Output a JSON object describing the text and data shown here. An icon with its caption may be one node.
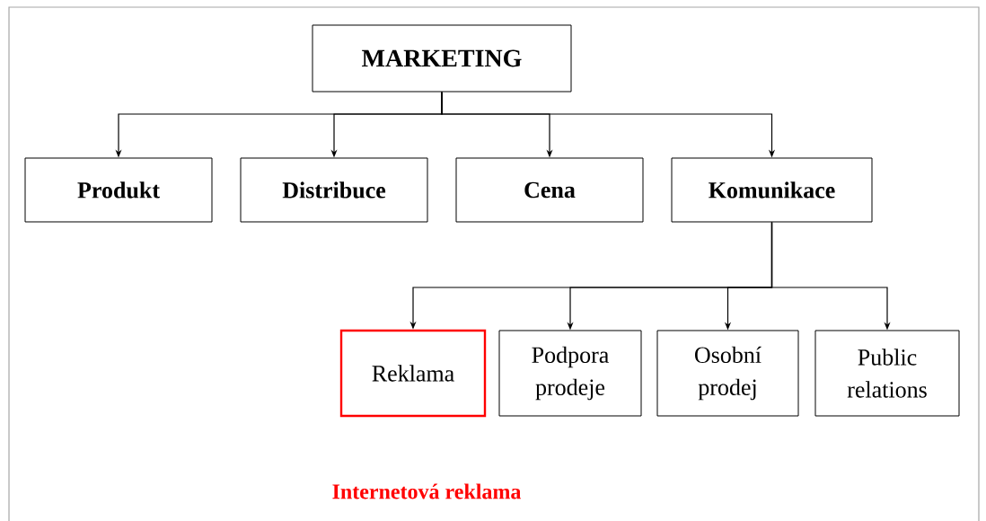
{
  "diagram": {
    "nodes": [
      {
        "text": [
          "MARKETING"
        ]
      },
      {
        "text": [
          "Produkt"
        ]
      },
      {
        "text": [
          "Distribuce"
        ]
      },
      {
        "text": [
          "Cena"
        ]
      },
      {
        "text": [
          "Komunikace"
        ]
      },
      {
        "text": [
          "Reklama"
        ]
      },
      {
        "text": [
          "Podpora prodeje"
        ]
      },
      {
        "text": [
          "Osobní prodej"
        ]
      },
      {
        "text": [
          "Public relations"
        ]
      }
    ],
    "edges": [
      {
        "from": 0,
        "to": 1,
        "arrow": "to"
      },
      {
        "from": 0,
        "to": 2,
        "arrow": "to"
      },
      {
        "from": 0,
        "to": 3,
        "arrow": "to"
      },
      {
        "from": 0,
        "to": 4,
        "arrow": "to"
      },
      {
        "from": 4,
        "to": 5,
        "arrow": "to"
      },
      {
        "from": 4,
        "to": 6,
        "arrow": "to"
      },
      {
        "from": 4,
        "to": 7,
        "arrow": "to"
      },
      {
        "from": 4,
        "to": 8,
        "arrow": "to"
      }
    ],
    "labels": [
      "Internetová reklama"
    ]
  }
}
